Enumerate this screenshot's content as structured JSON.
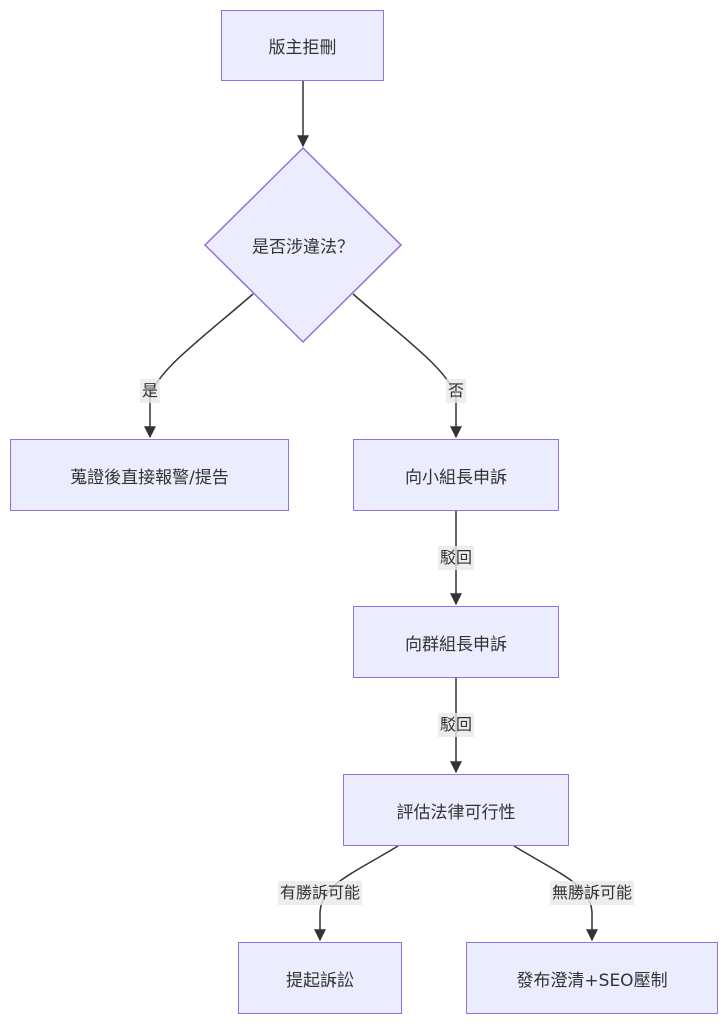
{
  "nodes": {
    "start": "版主拒刪",
    "decision": "是否涉違法？",
    "report": "蒐證後直接報警/提告",
    "appeal_small": "向小組長申訴",
    "appeal_group": "向群組長申訴",
    "evaluate": "評估法律可行性",
    "lawsuit": "提起訴訟",
    "clarify": "發布澄清+SEO壓制"
  },
  "edges": {
    "yes": "是",
    "no": "否",
    "reject1": "駁回",
    "reject2": "駁回",
    "win": "有勝訴可能",
    "nowin": "無勝訴可能"
  },
  "colors": {
    "node_fill": "#ececff",
    "node_border": "#9370db",
    "line": "#333333",
    "label_bg": "#e8e8e8"
  }
}
